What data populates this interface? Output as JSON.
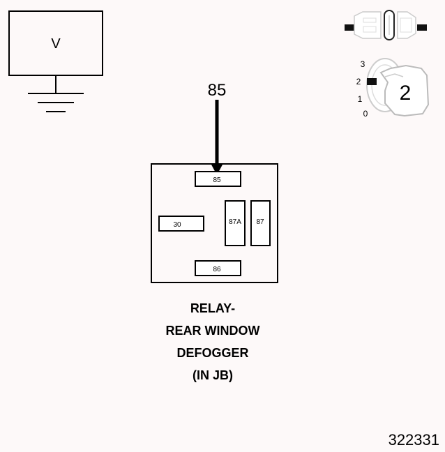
{
  "meter": {
    "label": "V"
  },
  "probe": {
    "label": "85"
  },
  "ignition": {
    "positions": [
      "3",
      "2",
      "1",
      "0"
    ],
    "key_label": "2"
  },
  "relay": {
    "terminals": {
      "t85": "85",
      "t30": "30",
      "t87a": "87A",
      "t87": "87",
      "t86": "86"
    },
    "caption": [
      "RELAY-",
      "REAR WINDOW",
      "DEFOGGER",
      "(IN JB)"
    ]
  },
  "figure_number": "322331"
}
